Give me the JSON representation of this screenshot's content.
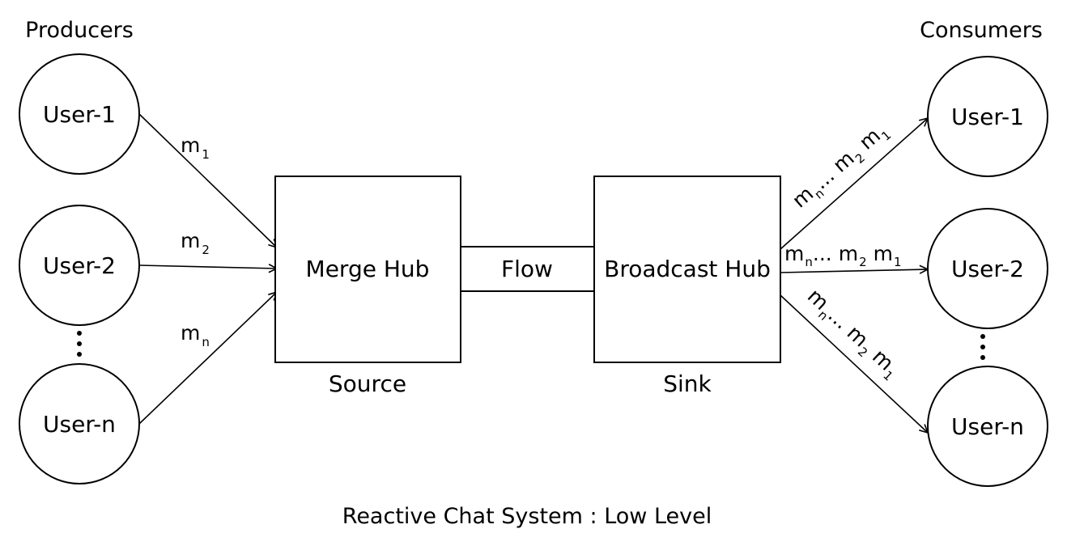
{
  "diagram": {
    "caption": "Reactive Chat System : Low Level",
    "producers": {
      "heading": "Producers",
      "users": [
        "User-1",
        "User-2",
        "User-n"
      ],
      "messages": [
        {
          "base": "m",
          "sub": "1"
        },
        {
          "base": "m",
          "sub": "2"
        },
        {
          "base": "m",
          "sub": "n"
        }
      ]
    },
    "consumers": {
      "heading": "Consumers",
      "users": [
        "User-1",
        "User-2",
        "User-n"
      ],
      "stream": {
        "base": "m",
        "first_sub": "n",
        "ellipsis": "...",
        "mid_sub": "2",
        "last_sub": "1"
      }
    },
    "merge_hub": {
      "label": "Merge Hub",
      "caption": "Source"
    },
    "flow": {
      "label": "Flow"
    },
    "broadcast_hub": {
      "label": "Broadcast Hub",
      "caption": "Sink"
    },
    "colors": {
      "stroke": "#000000",
      "fill": "#ffffff"
    }
  }
}
